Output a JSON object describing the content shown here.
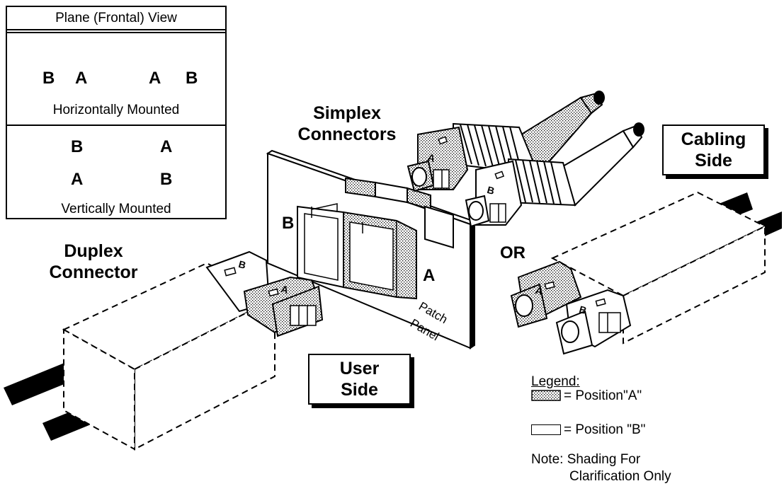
{
  "inset": {
    "title": "Plane (Frontal) View",
    "horizontal_caption": "Horizontally Mounted",
    "vertical_caption": "Vertically Mounted",
    "letter_a": "A",
    "letter_b": "B"
  },
  "labels": {
    "simplex_line1": "Simplex",
    "simplex_line2": "Connectors",
    "duplex_line1": "Duplex",
    "duplex_line2": "Connector",
    "cabling_line1": "Cabling",
    "cabling_line2": "Side",
    "user_line1": "User",
    "user_line2": "Side",
    "or": "OR",
    "patch_line1": "Patch",
    "patch_line2": "Panel",
    "port_a": "A",
    "port_b": "B",
    "conn_a": "A",
    "conn_b": "B"
  },
  "legend": {
    "title": "Legend:",
    "position_a": "= Position\"A\"",
    "position_b": "= Position \"B\"",
    "note_line1": "Note:  Shading For",
    "note_line2": "Clarification Only"
  }
}
